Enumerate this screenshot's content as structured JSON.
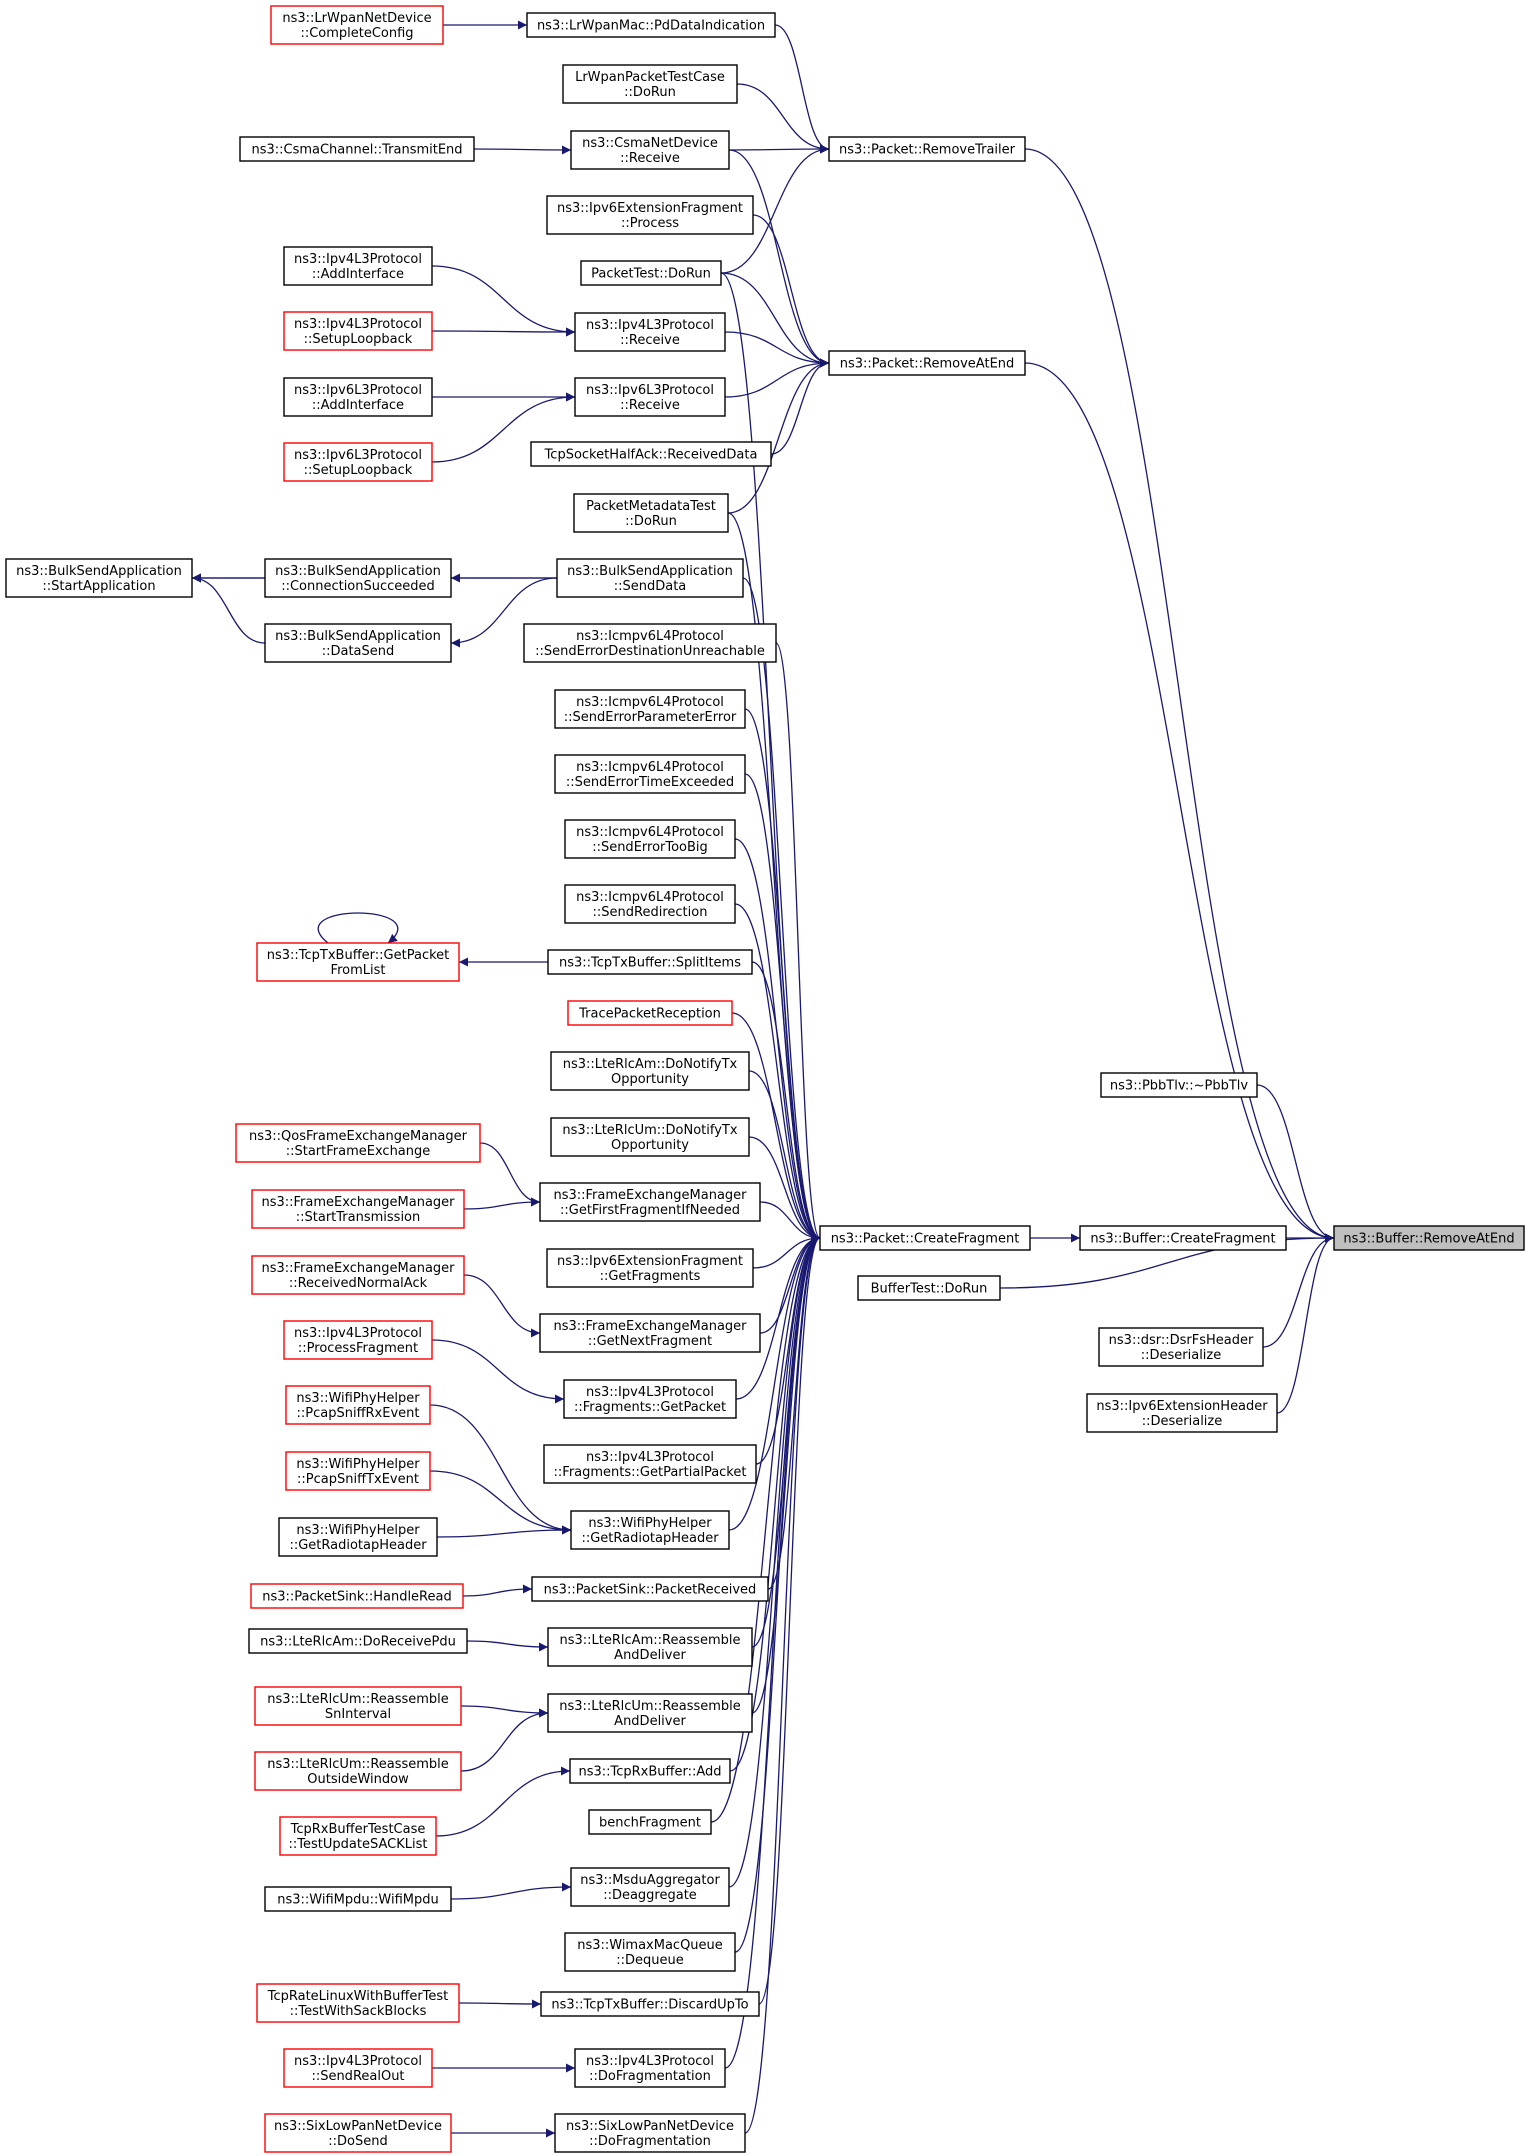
{
  "diagram": {
    "type": "call-graph",
    "edge_color": "#191970",
    "border_colors": {
      "normal": "#000000",
      "truncated": "#ff0000",
      "focus_fill": "#bfbfbf"
    },
    "nodes": [
      {
        "id": "removeAtEnd",
        "lines": [
          "ns3::Buffer::RemoveAtEnd"
        ],
        "style": "gray"
      },
      {
        "id": "pbbTlv",
        "lines": [
          "ns3::PbbTlv::~PbbTlv"
        ],
        "style": "black"
      },
      {
        "id": "bufCreateFragment",
        "lines": [
          "ns3::Buffer::CreateFragment"
        ],
        "style": "black"
      },
      {
        "id": "bufferTest",
        "lines": [
          "BufferTest::DoRun"
        ],
        "style": "black"
      },
      {
        "id": "dsrFs",
        "lines": [
          "ns3::dsr::DsrFsHeader",
          "::Deserialize"
        ],
        "style": "black"
      },
      {
        "id": "ipv6ExtHdr",
        "lines": [
          "ns3::Ipv6ExtensionHeader",
          "::Deserialize"
        ],
        "style": "black"
      },
      {
        "id": "pktCreateFragment",
        "lines": [
          "ns3::Packet::CreateFragment"
        ],
        "style": "black"
      },
      {
        "id": "removeTrailer",
        "lines": [
          "ns3::Packet::RemoveTrailer"
        ],
        "style": "black"
      },
      {
        "id": "pktRemoveAtEnd",
        "lines": [
          "ns3::Packet::RemoveAtEnd"
        ],
        "style": "black"
      },
      {
        "id": "lrPdData",
        "lines": [
          "ns3::LrWpanMac::PdDataIndication"
        ],
        "style": "black"
      },
      {
        "id": "lrCompleteConfig",
        "lines": [
          "ns3::LrWpanNetDevice",
          "::CompleteConfig"
        ],
        "style": "red"
      },
      {
        "id": "lrTestCase",
        "lines": [
          "LrWpanPacketTestCase",
          "::DoRun"
        ],
        "style": "black"
      },
      {
        "id": "csmaReceive",
        "lines": [
          "ns3::CsmaNetDevice",
          "::Receive"
        ],
        "style": "black"
      },
      {
        "id": "csmaTransmitEnd",
        "lines": [
          "ns3::CsmaChannel::TransmitEnd"
        ],
        "style": "black"
      },
      {
        "id": "ipv6ExtFragProcess",
        "lines": [
          "ns3::Ipv6ExtensionFragment",
          "::Process"
        ],
        "style": "black"
      },
      {
        "id": "packetTest",
        "lines": [
          "PacketTest::DoRun"
        ],
        "style": "black"
      },
      {
        "id": "ipv4AddIf",
        "lines": [
          "ns3::Ipv4L3Protocol",
          "::AddInterface"
        ],
        "style": "black"
      },
      {
        "id": "ipv4Loop",
        "lines": [
          "ns3::Ipv4L3Protocol",
          "::SetupLoopback"
        ],
        "style": "red"
      },
      {
        "id": "ipv4Receive",
        "lines": [
          "ns3::Ipv4L3Protocol",
          "::Receive"
        ],
        "style": "black"
      },
      {
        "id": "ipv6AddIf",
        "lines": [
          "ns3::Ipv6L3Protocol",
          "::AddInterface"
        ],
        "style": "black"
      },
      {
        "id": "ipv6Receive",
        "lines": [
          "ns3::Ipv6L3Protocol",
          "::Receive"
        ],
        "style": "black"
      },
      {
        "id": "ipv6Loop",
        "lines": [
          "ns3::Ipv6L3Protocol",
          "::SetupLoopback"
        ],
        "style": "red"
      },
      {
        "id": "tcpHalfAck",
        "lines": [
          "TcpSocketHalfAck::ReceivedData"
        ],
        "style": "black"
      },
      {
        "id": "pktMetaTest",
        "lines": [
          "PacketMetadataTest",
          "::DoRun"
        ],
        "style": "black"
      },
      {
        "id": "bulkStart",
        "lines": [
          "ns3::BulkSendApplication",
          "::StartApplication"
        ],
        "style": "black"
      },
      {
        "id": "bulkConn",
        "lines": [
          "ns3::BulkSendApplication",
          "::ConnectionSucceeded"
        ],
        "style": "black"
      },
      {
        "id": "bulkSendData",
        "lines": [
          "ns3::BulkSendApplication",
          "::SendData"
        ],
        "style": "black"
      },
      {
        "id": "bulkDataSend",
        "lines": [
          "ns3::BulkSendApplication",
          "::DataSend"
        ],
        "style": "black"
      },
      {
        "id": "icmpDestUnreach",
        "lines": [
          "ns3::Icmpv6L4Protocol",
          "::SendErrorDestinationUnreachable"
        ],
        "style": "black"
      },
      {
        "id": "icmpParam",
        "lines": [
          "ns3::Icmpv6L4Protocol",
          "::SendErrorParameterError"
        ],
        "style": "black"
      },
      {
        "id": "icmpTime",
        "lines": [
          "ns3::Icmpv6L4Protocol",
          "::SendErrorTimeExceeded"
        ],
        "style": "black"
      },
      {
        "id": "icmpTooBig",
        "lines": [
          "ns3::Icmpv6L4Protocol",
          "::SendErrorTooBig"
        ],
        "style": "black"
      },
      {
        "id": "icmpRedirect",
        "lines": [
          "ns3::Icmpv6L4Protocol",
          "::SendRedirection"
        ],
        "style": "black"
      },
      {
        "id": "tcpGetPacket",
        "lines": [
          "ns3::TcpTxBuffer::GetPacket",
          "FromList"
        ],
        "style": "red"
      },
      {
        "id": "tcpSplit",
        "lines": [
          "ns3::TcpTxBuffer::SplitItems"
        ],
        "style": "black"
      },
      {
        "id": "tracePkt",
        "lines": [
          "TracePacketReception"
        ],
        "style": "red"
      },
      {
        "id": "lteAmNotify",
        "lines": [
          "ns3::LteRlcAm::DoNotifyTx",
          "Opportunity"
        ],
        "style": "black"
      },
      {
        "id": "lteUmNotify",
        "lines": [
          "ns3::LteRlcUm::DoNotifyTx",
          "Opportunity"
        ],
        "style": "black"
      },
      {
        "id": "qosStart",
        "lines": [
          "ns3::QosFrameExchangeManager",
          "::StartFrameExchange"
        ],
        "style": "red"
      },
      {
        "id": "femStartTx",
        "lines": [
          "ns3::FrameExchangeManager",
          "::StartTransmission"
        ],
        "style": "red"
      },
      {
        "id": "femFirstFrag",
        "lines": [
          "ns3::FrameExchangeManager",
          "::GetFirstFragmentIfNeeded"
        ],
        "style": "black"
      },
      {
        "id": "ipv6ExtFragGet",
        "lines": [
          "ns3::Ipv6ExtensionFragment",
          "::GetFragments"
        ],
        "style": "black"
      },
      {
        "id": "femNormalAck",
        "lines": [
          "ns3::FrameExchangeManager",
          "::ReceivedNormalAck"
        ],
        "style": "red"
      },
      {
        "id": "femNextFrag",
        "lines": [
          "ns3::FrameExchangeManager",
          "::GetNextFragment"
        ],
        "style": "black"
      },
      {
        "id": "ipv4ProcFrag",
        "lines": [
          "ns3::Ipv4L3Protocol",
          "::ProcessFragment"
        ],
        "style": "red"
      },
      {
        "id": "ipv4FragGetPkt",
        "lines": [
          "ns3::Ipv4L3Protocol",
          "::Fragments::GetPacket"
        ],
        "style": "black"
      },
      {
        "id": "ipv4FragPartial",
        "lines": [
          "ns3::Ipv4L3Protocol",
          "::Fragments::GetPartialPacket"
        ],
        "style": "black"
      },
      {
        "id": "wifiRx",
        "lines": [
          "ns3::WifiPhyHelper",
          "::PcapSniffRxEvent"
        ],
        "style": "red"
      },
      {
        "id": "wifiTx",
        "lines": [
          "ns3::WifiPhyHelper",
          "::PcapSniffTxEvent"
        ],
        "style": "red"
      },
      {
        "id": "wifiRadioLeft",
        "lines": [
          "ns3::WifiPhyHelper",
          "::GetRadiotapHeader"
        ],
        "style": "black"
      },
      {
        "id": "wifiRadio",
        "lines": [
          "ns3::WifiPhyHelper",
          "::GetRadiotapHeader"
        ],
        "style": "black"
      },
      {
        "id": "sinkHandle",
        "lines": [
          "ns3::PacketSink::HandleRead"
        ],
        "style": "red"
      },
      {
        "id": "sinkReceived",
        "lines": [
          "ns3::PacketSink::PacketReceived"
        ],
        "style": "black"
      },
      {
        "id": "lteAmReceive",
        "lines": [
          "ns3::LteRlcAm::DoReceivePdu"
        ],
        "style": "black"
      },
      {
        "id": "lteAmReassemble",
        "lines": [
          "ns3::LteRlcAm::Reassemble",
          "AndDeliver"
        ],
        "style": "black"
      },
      {
        "id": "lteUmSn",
        "lines": [
          "ns3::LteRlcUm::Reassemble",
          "SnInterval"
        ],
        "style": "red"
      },
      {
        "id": "lteUmReassemble",
        "lines": [
          "ns3::LteRlcUm::Reassemble",
          "AndDeliver"
        ],
        "style": "black"
      },
      {
        "id": "lteUmOutside",
        "lines": [
          "ns3::LteRlcUm::Reassemble",
          "OutsideWindow"
        ],
        "style": "red"
      },
      {
        "id": "tcpRxAdd",
        "lines": [
          "ns3::TcpRxBuffer::Add"
        ],
        "style": "black"
      },
      {
        "id": "tcpRxSack",
        "lines": [
          "TcpRxBufferTestCase",
          "::TestUpdateSACKList"
        ],
        "style": "red"
      },
      {
        "id": "benchFrag",
        "lines": [
          "benchFragment"
        ],
        "style": "black"
      },
      {
        "id": "wifiMpdu",
        "lines": [
          "ns3::WifiMpdu::WifiMpdu"
        ],
        "style": "black"
      },
      {
        "id": "msduDeagg",
        "lines": [
          "ns3::MsduAggregator",
          "::Deaggregate"
        ],
        "style": "black"
      },
      {
        "id": "wimaxDequeue",
        "lines": [
          "ns3::WimaxMacQueue",
          "::Dequeue"
        ],
        "style": "black"
      },
      {
        "id": "tcpRateSack",
        "lines": [
          "TcpRateLinuxWithBufferTest",
          "::TestWithSackBlocks"
        ],
        "style": "red"
      },
      {
        "id": "tcpDiscard",
        "lines": [
          "ns3::TcpTxBuffer::DiscardUpTo"
        ],
        "style": "black"
      },
      {
        "id": "ipv4SendRealOut",
        "lines": [
          "ns3::Ipv4L3Protocol",
          "::SendRealOut"
        ],
        "style": "red"
      },
      {
        "id": "ipv4DoFrag",
        "lines": [
          "ns3::Ipv4L3Protocol",
          "::DoFragmentation"
        ],
        "style": "black"
      },
      {
        "id": "sixDoSend",
        "lines": [
          "ns3::SixLowPanNetDevice",
          "::DoSend"
        ],
        "style": "red"
      },
      {
        "id": "sixDoFrag",
        "lines": [
          "ns3::SixLowPanNetDevice",
          "::DoFragmentation"
        ],
        "style": "black"
      }
    ]
  }
}
